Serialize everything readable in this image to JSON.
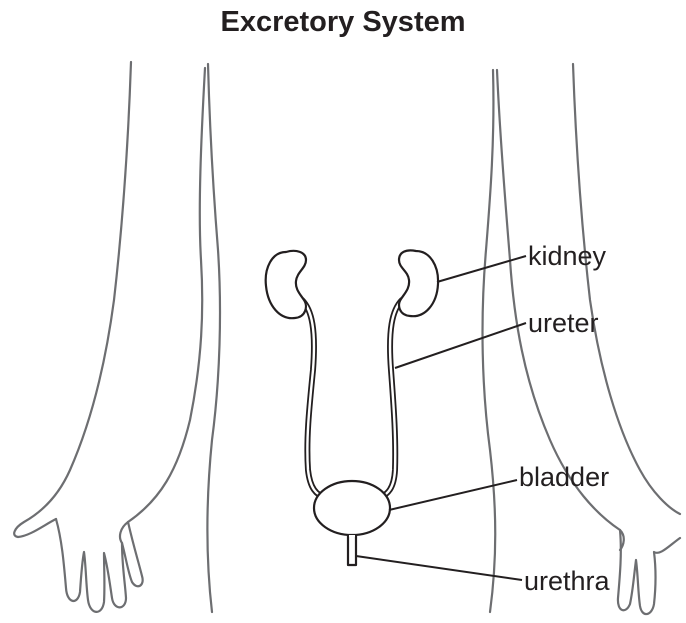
{
  "title": "Excretory System",
  "labels": {
    "kidney": "kidney",
    "ureter": "ureter",
    "bladder": "bladder",
    "urethra": "urethra"
  },
  "colors": {
    "outline": "#231f20",
    "body": "#6d6e71",
    "background": "#ffffff"
  }
}
